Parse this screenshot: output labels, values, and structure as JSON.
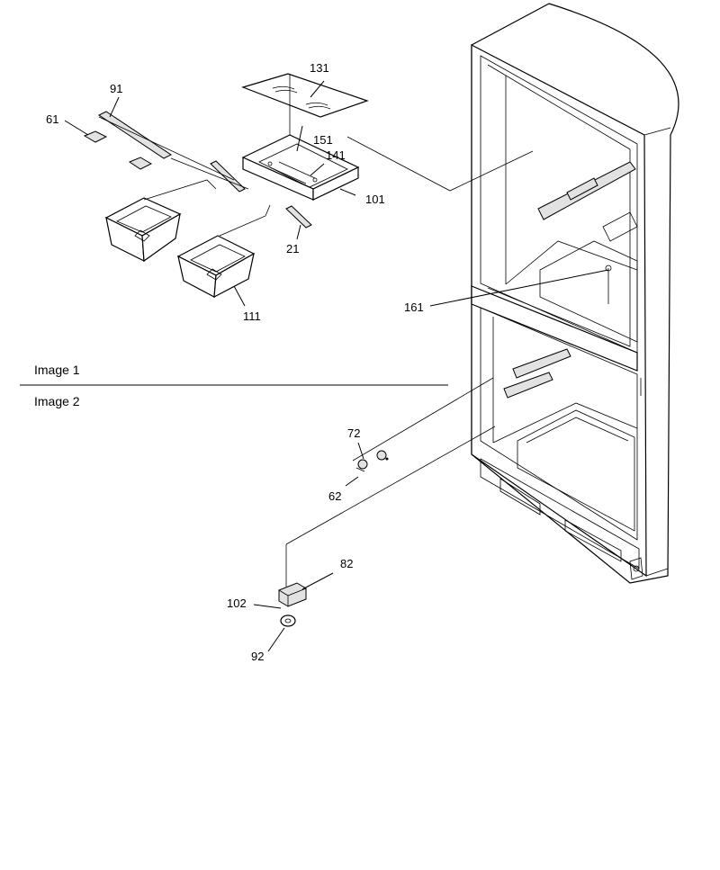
{
  "sections": {
    "image1": "Image 1",
    "image2": "Image 2"
  },
  "callouts": {
    "p131": "131",
    "p91": "91",
    "p61": "61",
    "p151": "151",
    "p141": "141",
    "p101": "101",
    "p21": "21",
    "p111": "111",
    "p161": "161",
    "p72": "72",
    "p62": "62",
    "p82": "82",
    "p102": "102",
    "p92": "92"
  }
}
